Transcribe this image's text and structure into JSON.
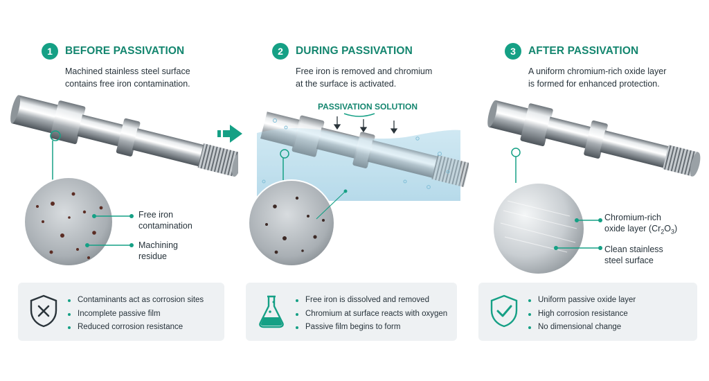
{
  "stages": [
    {
      "number": "1",
      "title": "BEFORE PASSIVATION",
      "desc_lines": [
        "Machined stainless steel surface",
        "contains free iron contamination."
      ],
      "callouts": [
        {
          "line1": "Free iron",
          "line2": "contamination"
        },
        {
          "line1": "Machining",
          "line2": "residue"
        }
      ],
      "bullets": [
        "Contaminants act as corrosion sites",
        "Incomplete passive film",
        "Reduced corrosion resistance"
      ],
      "icon": "shield-x-icon"
    },
    {
      "number": "2",
      "title": "DURING PASSIVATION",
      "desc_lines": [
        "Free iron is removed and chromium",
        "at the surface is activated."
      ],
      "solution_label": "PASSIVATION SOLUTION",
      "bullets": [
        "Free iron is dissolved and removed",
        "Chromium at surface reacts with oxygen",
        "Passive film begins to form"
      ],
      "icon": "flask-icon"
    },
    {
      "number": "3",
      "title": "AFTER PASSIVATION",
      "desc_lines": [
        "A uniform chromium-rich oxide layer",
        "is formed for enhanced protection."
      ],
      "callouts": [
        {
          "line1": "Chromium-rich",
          "line2_prefix": "oxide layer (Cr",
          "sub1": "2",
          "mid": "O",
          "sub2": "3",
          "end": ")"
        },
        {
          "line1": "Clean stainless",
          "line2": "steel surface"
        }
      ],
      "bullets": [
        "Uniform passive oxide layer",
        "High corrosion resistance",
        "No dimensional change"
      ],
      "icon": "shield-check-icon"
    }
  ],
  "colors": {
    "accent": "#15a085",
    "accent_dark": "#14866f",
    "panel": "#eef1f3",
    "water": "#bfe0ee"
  }
}
